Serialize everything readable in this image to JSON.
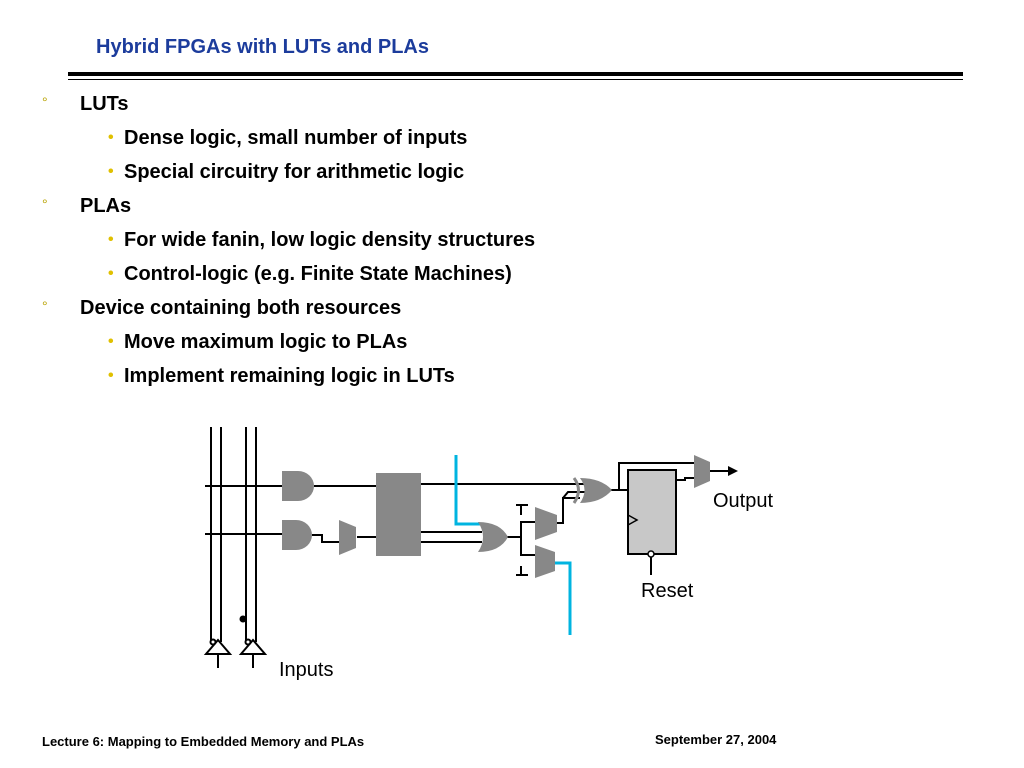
{
  "slide": {
    "title": "Hybrid FPGAs with LUTs and PLAs",
    "bullet_symbols": {
      "level1": "°",
      "level2": "•"
    },
    "bullets": [
      {
        "text": "LUTs",
        "sub": [
          "Dense logic, small number of inputs",
          "Special circuitry for arithmetic logic"
        ]
      },
      {
        "text": "PLAs",
        "sub": [
          "For wide fanin, low logic density structures",
          "Control-logic (e.g. Finite State Machines)"
        ]
      },
      {
        "text": "Device containing both resources",
        "sub": [
          "Move maximum logic to PLAs",
          "Implement remaining logic in LUTs"
        ]
      }
    ]
  },
  "diagram": {
    "labels": {
      "output": "Output",
      "reset": "Reset",
      "inputs": "Inputs"
    },
    "colors": {
      "gate": "#888888",
      "wire": "#000000",
      "highlight": "#00b4e0",
      "flipflop": "#c8c8c8"
    }
  },
  "footer": {
    "left": "Lecture 6: Mapping to Embedded Memory and PLAs",
    "right": "September 27, 2004"
  }
}
